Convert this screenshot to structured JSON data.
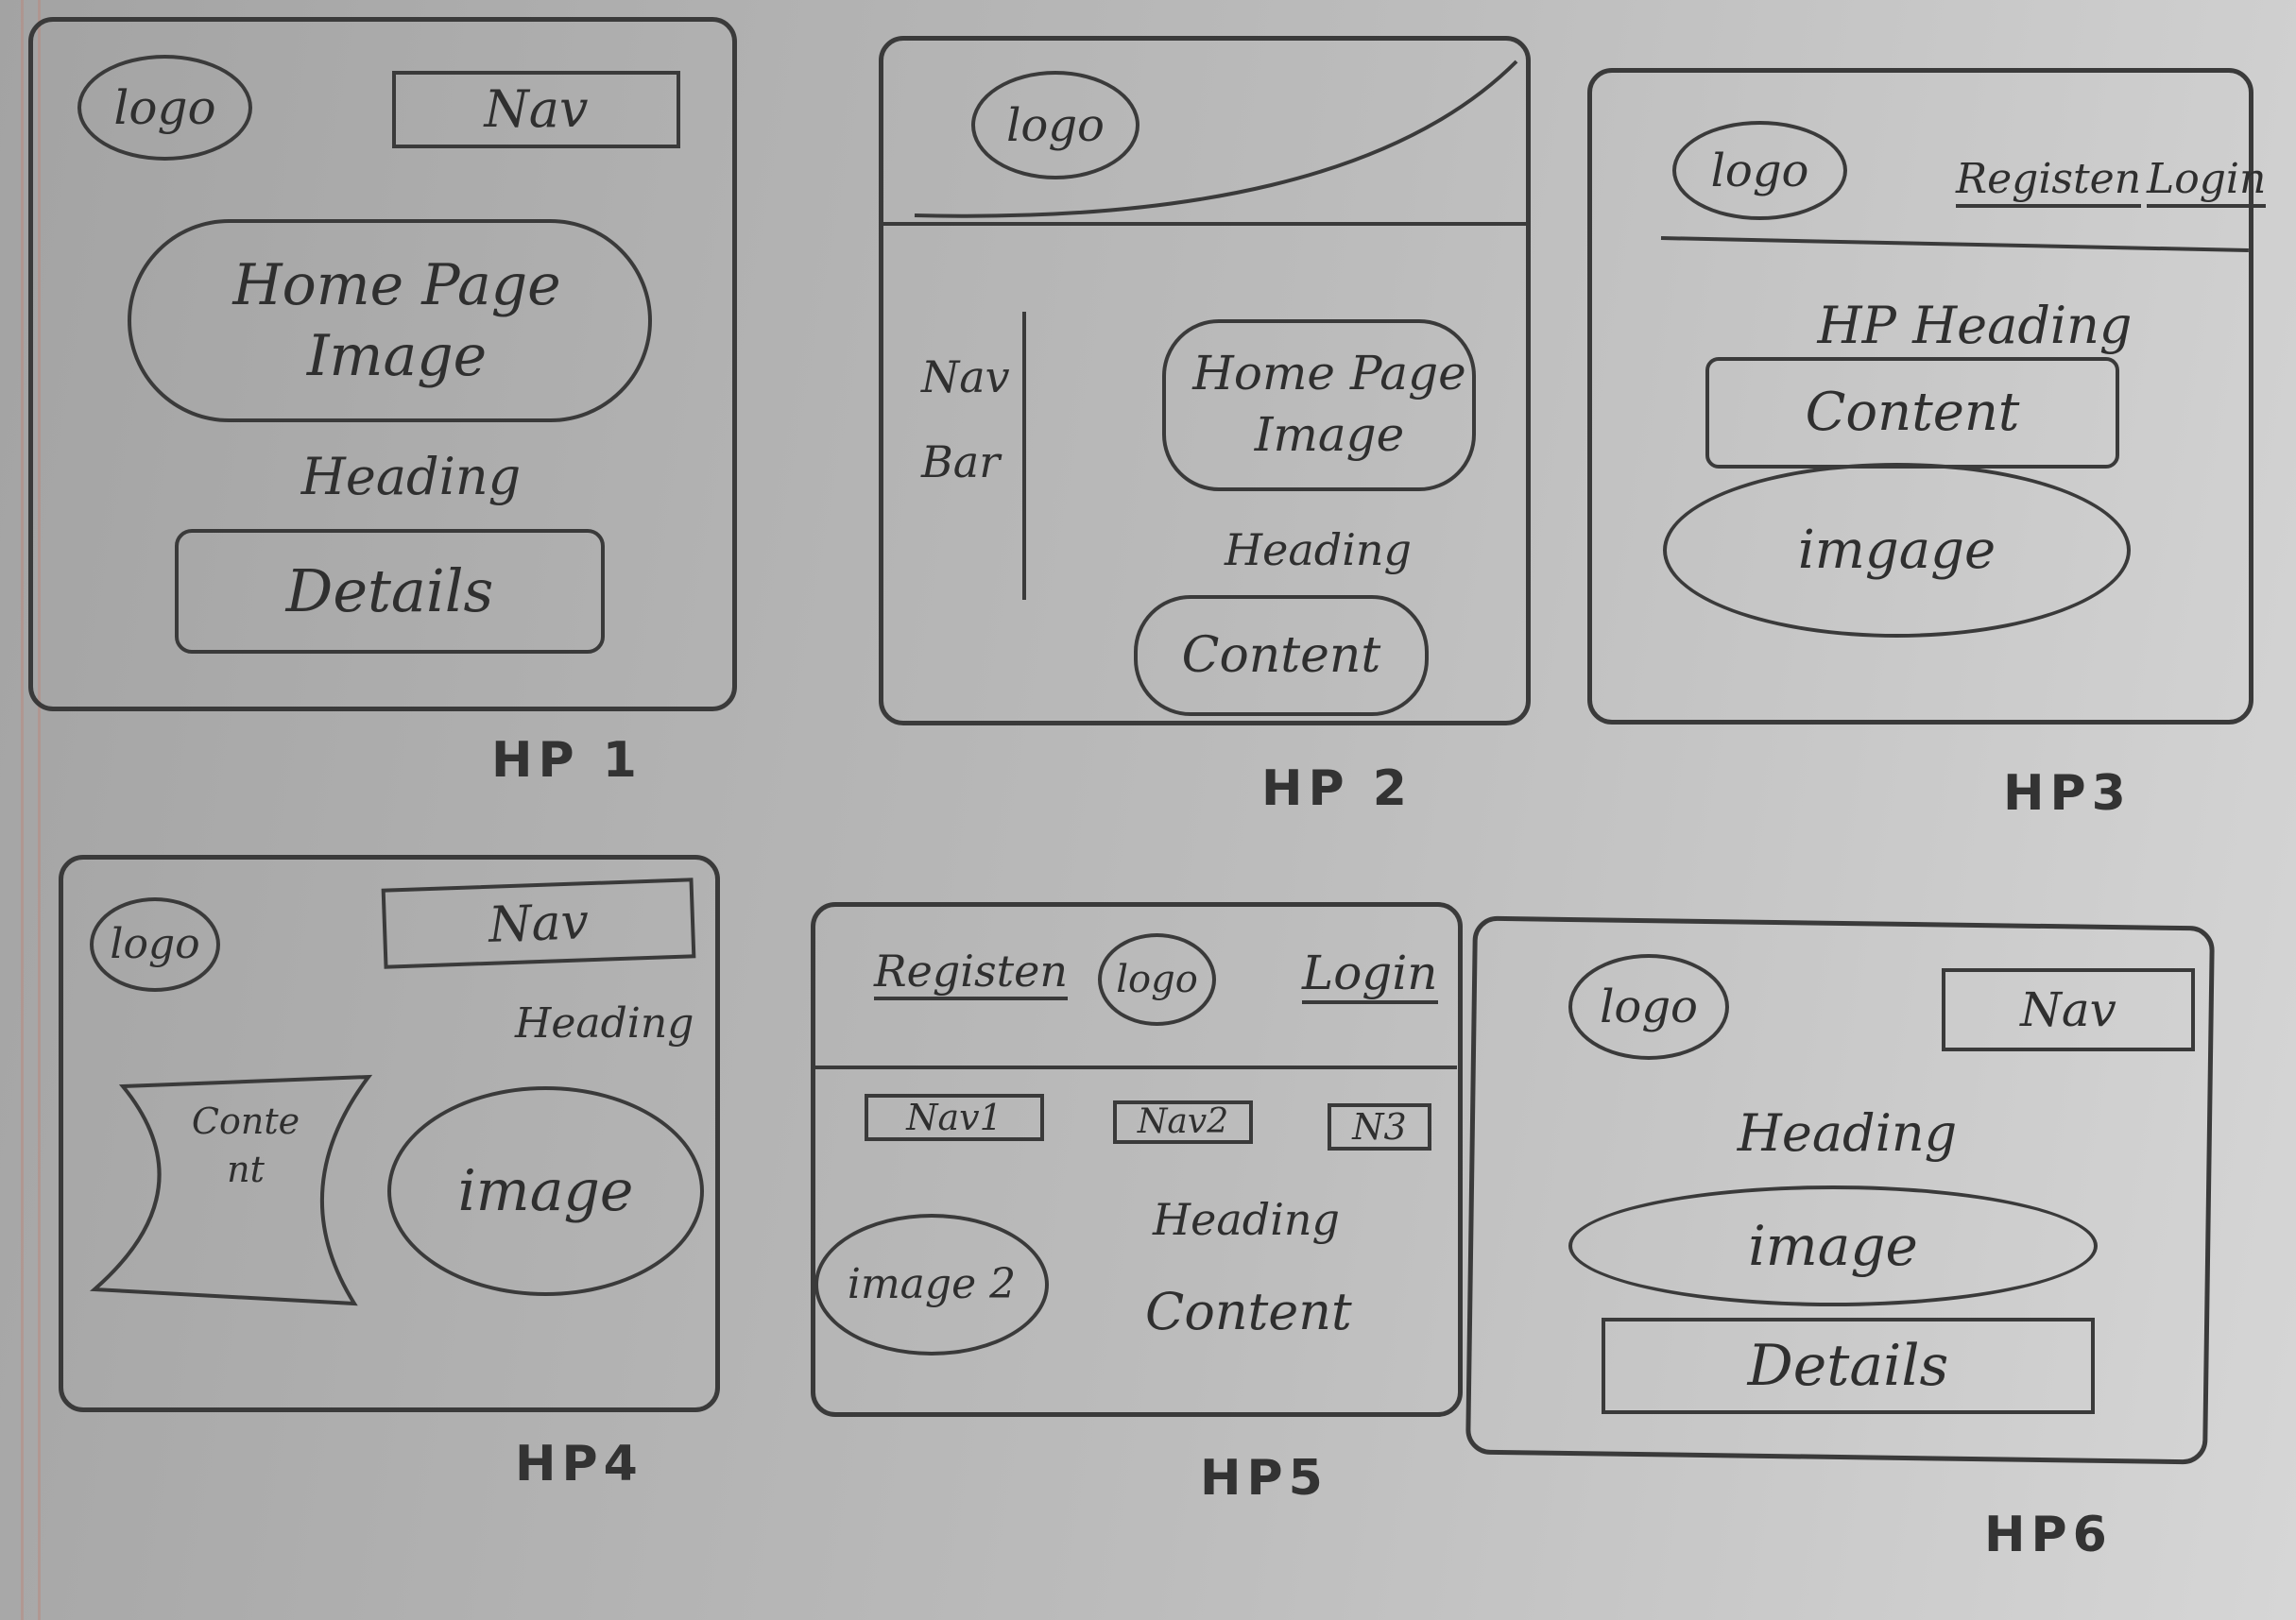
{
  "wireframes": [
    {
      "label": "HP 1",
      "logo": "logo",
      "nav": "Nav",
      "image": "Home Page Image",
      "heading": "Heading",
      "details": "Details"
    },
    {
      "label": "HP 2",
      "logo": "logo",
      "nav": "Nav Bar",
      "image": "Home Page Image",
      "heading": "Heading",
      "content": "Content"
    },
    {
      "label": "HP3",
      "logo": "logo",
      "register": "Registen",
      "login": "Login",
      "heading": "HP Heading",
      "content": "Content",
      "image": "imgage"
    },
    {
      "label": "HP4",
      "logo": "logo",
      "nav": "Nav",
      "heading": "Heading",
      "content": "Conte nt",
      "image": "image"
    },
    {
      "label": "HP5",
      "register": "Registen",
      "logo": "logo",
      "login": "Login",
      "nav1": "Nav1",
      "nav2": "Nav2",
      "nav3": "N3",
      "image": "image 2",
      "heading": "Heading",
      "content": "Content"
    },
    {
      "label": "HP6",
      "logo": "logo",
      "nav": "Nav",
      "heading": "Heading",
      "image": "image",
      "details": "Details"
    }
  ]
}
